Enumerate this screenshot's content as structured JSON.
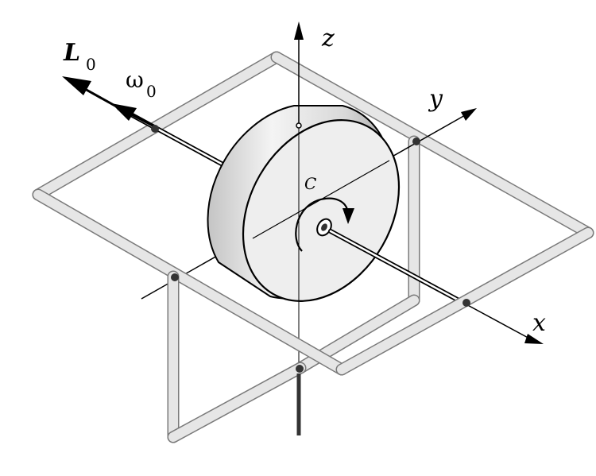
{
  "labels": {
    "L": "L",
    "L_sub": "0",
    "omega": "ω",
    "omega_sub": "0",
    "z": "z",
    "y": "y",
    "x": "x",
    "C": "C"
  },
  "colors": {
    "frame_fill": "#e6e6e6",
    "frame_edge": "#7a7a7a",
    "disk_face": "#eeeeee",
    "line": "#000000",
    "pivot": "#333333"
  }
}
